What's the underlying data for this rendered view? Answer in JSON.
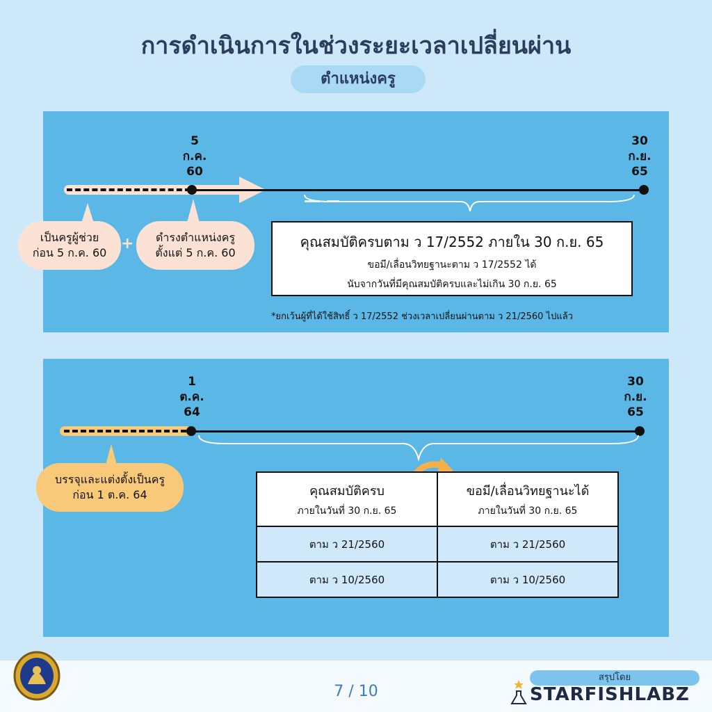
{
  "header": {
    "title": "การดำเนินการในช่วงระยะเวลาเปลี่ยนผ่าน",
    "subtitle": "ตำแหน่งครู"
  },
  "panel1": {
    "start_date": [
      "5",
      "ก.ค.",
      "60"
    ],
    "end_date": [
      "30",
      "ก.ย.",
      "65"
    ],
    "bubble_left": [
      "เป็นครูผู้ช่วย",
      "ก่อน 5 ก.ค. 60"
    ],
    "plus": "+",
    "bubble_right": [
      "ดำรงตำแหน่งครู",
      "ตั้งแต่ 5 ก.ค. 60"
    ],
    "box_head": "คุณสมบัติครบตาม ว 17/2552 ภายใน 30 ก.ย. 65",
    "box_line1": "ขอมี/เลื่อนวิทยฐานะตาม ว 17/2552 ได้",
    "box_line2": "นับจากวันที่มีคุณสมบัติครบและไม่เกิน 30 ก.ย. 65",
    "footnote": "*ยกเว้นผู้ที่ได้ใช้สิทธิ์ ว 17/2552 ช่วงเวลาเปลี่ยนผ่านตาม ว 21/2560 ไปแล้ว"
  },
  "panel2": {
    "start_date": [
      "1",
      "ต.ค.",
      "64"
    ],
    "end_date": [
      "30",
      "ก.ย.",
      "65"
    ],
    "bubble": [
      "บรรจุและแต่งตั้งเป็นครู",
      "ก่อน 1 ต.ค. 64"
    ],
    "table": {
      "col1_head": "คุณสมบัติครบ",
      "col1_sub": "ภายในวันที่ 30 ก.ย. 65",
      "col2_head": "ขอมี/เลื่อนวิทยฐานะได้",
      "col2_sub": "ภายในวันที่ 30 ก.ย. 65",
      "rows": [
        [
          "ตาม ว 21/2560",
          "ตาม ว 21/2560"
        ],
        [
          "ตาม ว 10/2560",
          "ตาม ว 10/2560"
        ]
      ]
    }
  },
  "footer": {
    "page": "7 / 10",
    "brand_caption": "สรุปโดย",
    "brand_name": "STARFISHLABZ"
  },
  "colors": {
    "background": "#cde9f9",
    "panel": "#5bb8e6",
    "title": "#2c3d5e",
    "bubble_peach": "#fbe2d4",
    "bubble_orange": "#f9c97a",
    "arrow_orange": "#f5b04b"
  }
}
